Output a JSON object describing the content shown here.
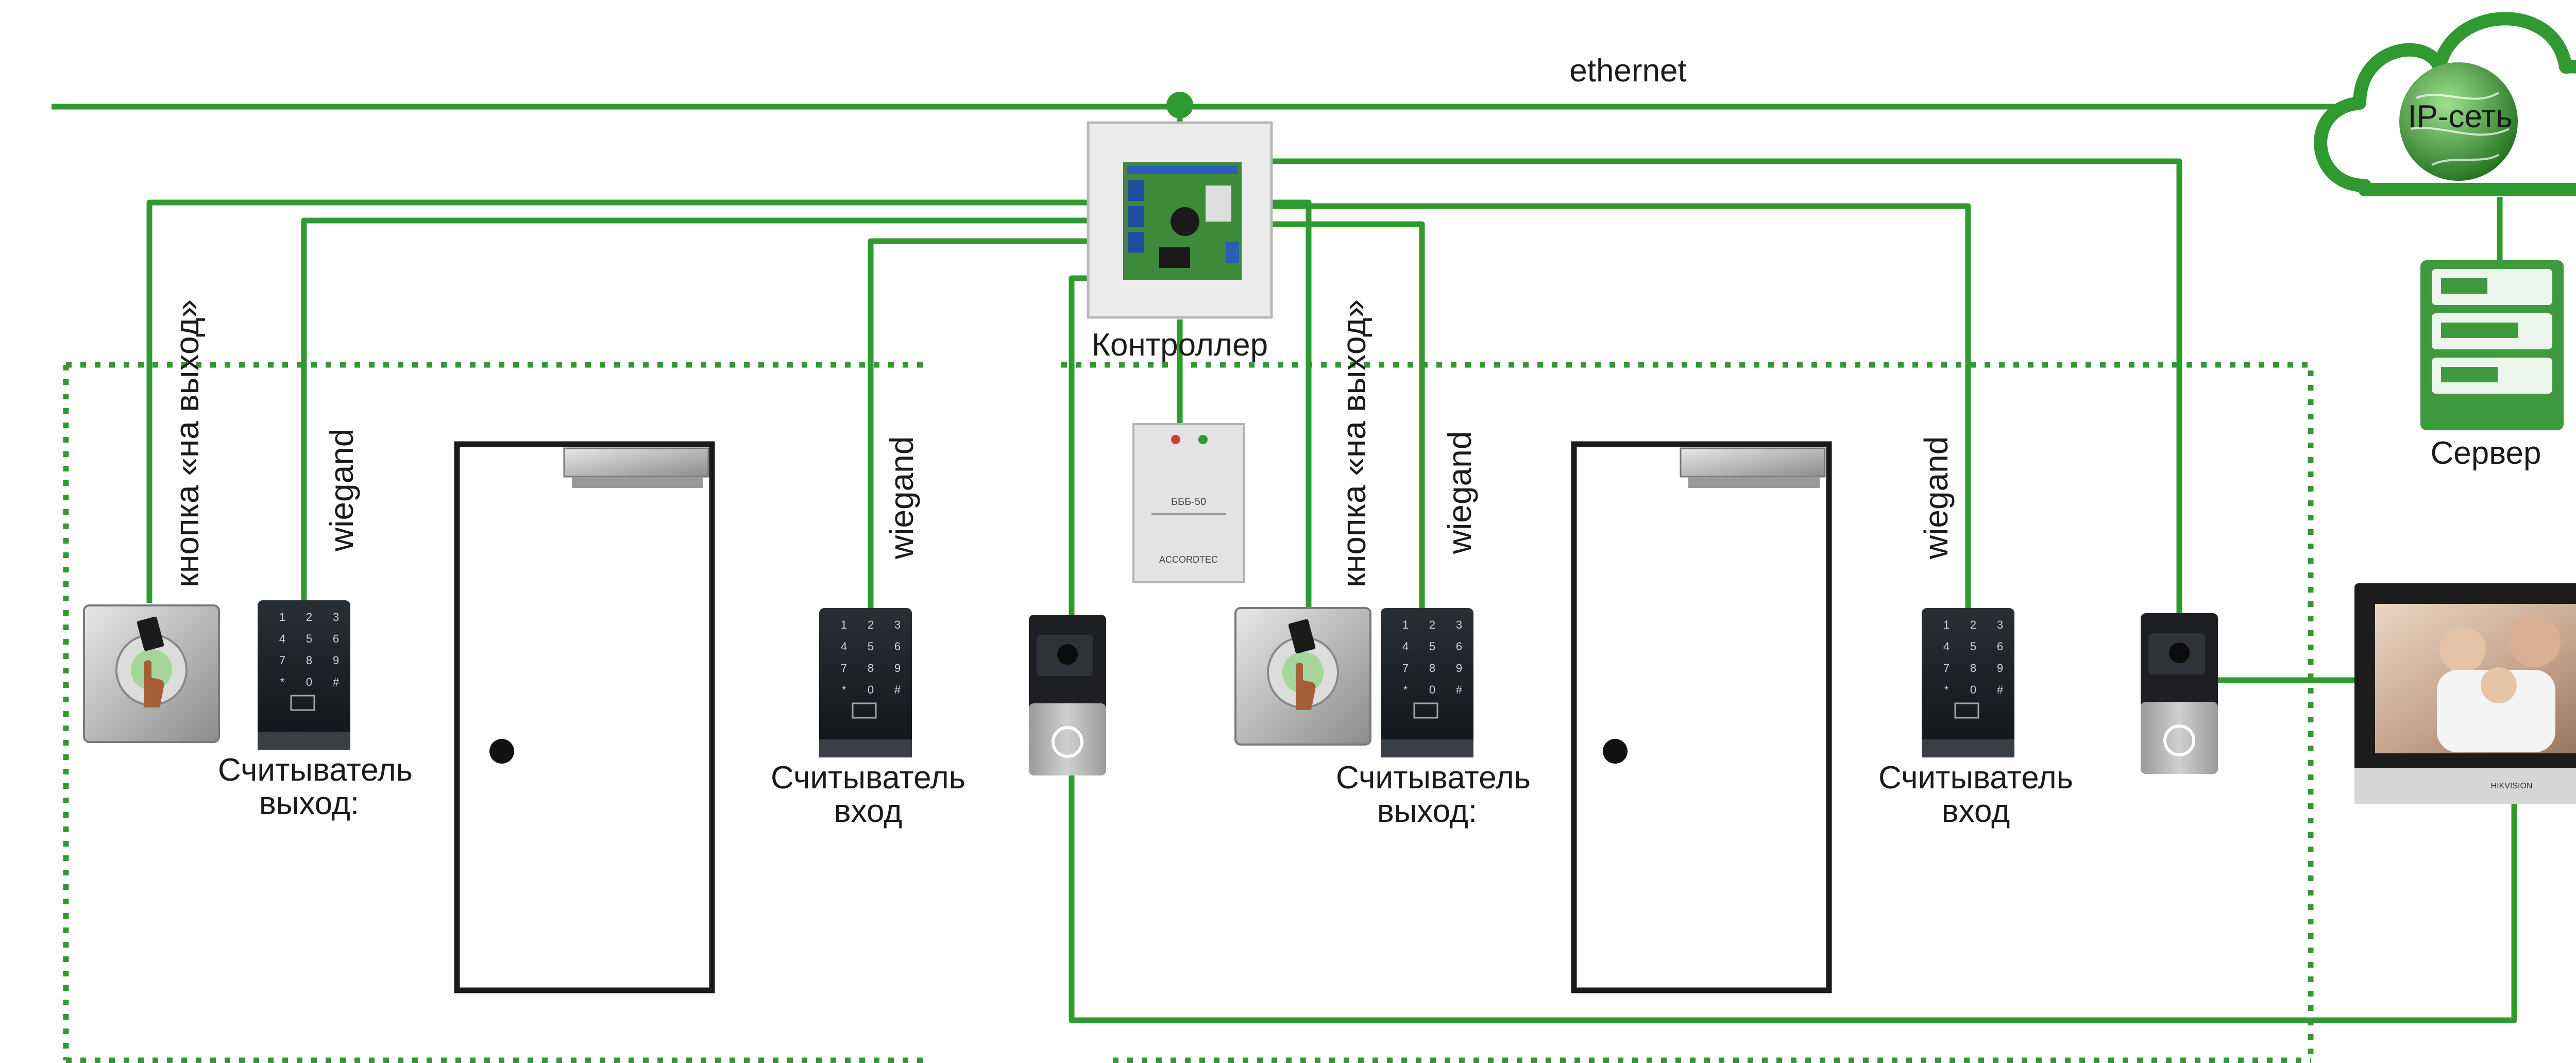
{
  "colors": {
    "wire": "#2f9a2f",
    "zone": "#2f9a2f",
    "cloud_fill": "#ffffff",
    "server_fill": "#3f9a3f",
    "text": "#1a1a1a"
  },
  "labels": {
    "ethernet": "ethernet",
    "cloud": "IP-сеть",
    "server": "Сервер",
    "controller": "Контроллер",
    "psu_brand": "БББ-50",
    "psu_logo": "ACCORDTEC",
    "monitor_brand": "HIKVISION",
    "zone1": {
      "exit_button": "кнопка «на выход»",
      "wiegand_exit": "wiegand",
      "reader_exit_line1": "Считыватель",
      "reader_exit_line2": "выход:",
      "wiegand_entry": "wiegand",
      "reader_entry_line1": "Считыватель",
      "reader_entry_line2": "вход"
    },
    "zone2": {
      "exit_button": "кнопка «на выход»",
      "wiegand_exit": "wiegand",
      "reader_exit_line1": "Считыватель",
      "reader_exit_line2": "выход:",
      "wiegand_entry": "wiegand",
      "reader_entry_line1": "Считыватель",
      "reader_entry_line2": "вход"
    }
  },
  "keypad_keys": [
    "1",
    "2",
    "3",
    "4",
    "5",
    "6",
    "7",
    "8",
    "9",
    "*",
    "0",
    "#"
  ]
}
